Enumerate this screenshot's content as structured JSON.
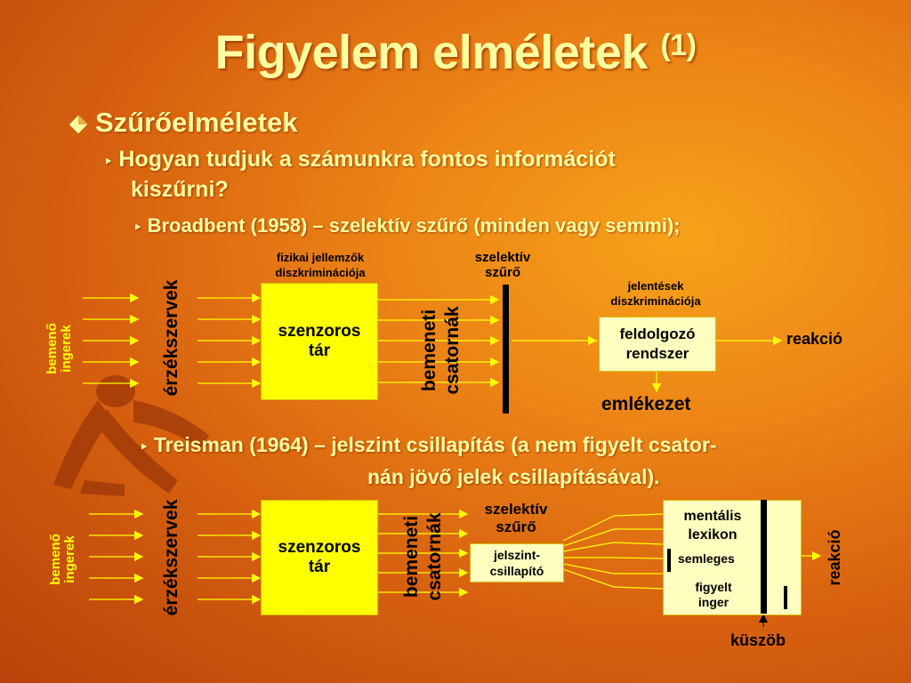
{
  "title": {
    "main": "Figyelem elméletek",
    "sup": "(1)"
  },
  "bullets": {
    "level1": "Szűrőelméletek",
    "level2_line1": "Hogyan tudjuk a számunkra fontos információt",
    "level2_line2": "kiszűrni?",
    "broadbent": "Broadbent (1958) – szelektív szűrő (minden vagy semmi);",
    "treisman_line1": "Treisman (1964) – jelszint csillapítás (a nem figyelt csator-",
    "treisman_line2": "nán jövő jelek csillapításával)."
  },
  "diagram1": {
    "inputs_label": "bemenő ingerek",
    "receptors_label": "érzékszervek",
    "physical_label_1": "fizikai jellemzők",
    "physical_label_2": "diszkriminációja",
    "sensory_store": "szenzoros tár",
    "input_channels": "bemeneti csatornák",
    "filter_label": "szelektív szűrő",
    "meaning_label_1": "jelentések",
    "meaning_label_2": "diszkriminációja",
    "processing_system": "feldolgozó rendszer",
    "reaction": "reakció",
    "memory": "emlékezet"
  },
  "diagram2": {
    "inputs_label": "bemenő ingerek",
    "receptors_label": "érzékszervek",
    "sensory_store": "szenzoros tár",
    "input_channels": "bemeneti csatornák",
    "filter_label": "szelektív szűrő",
    "attenuator": "jelszint-csillapító",
    "lexicon": "mentális lexikon",
    "neutral": "semleges",
    "attended": "figyelt inger",
    "reaction": "reakció",
    "threshold": "küszöb"
  },
  "colors": {
    "accent": "#ffffa0",
    "box": "#ffff00",
    "box_light": "#ffffc0",
    "label": "#ffff00"
  }
}
